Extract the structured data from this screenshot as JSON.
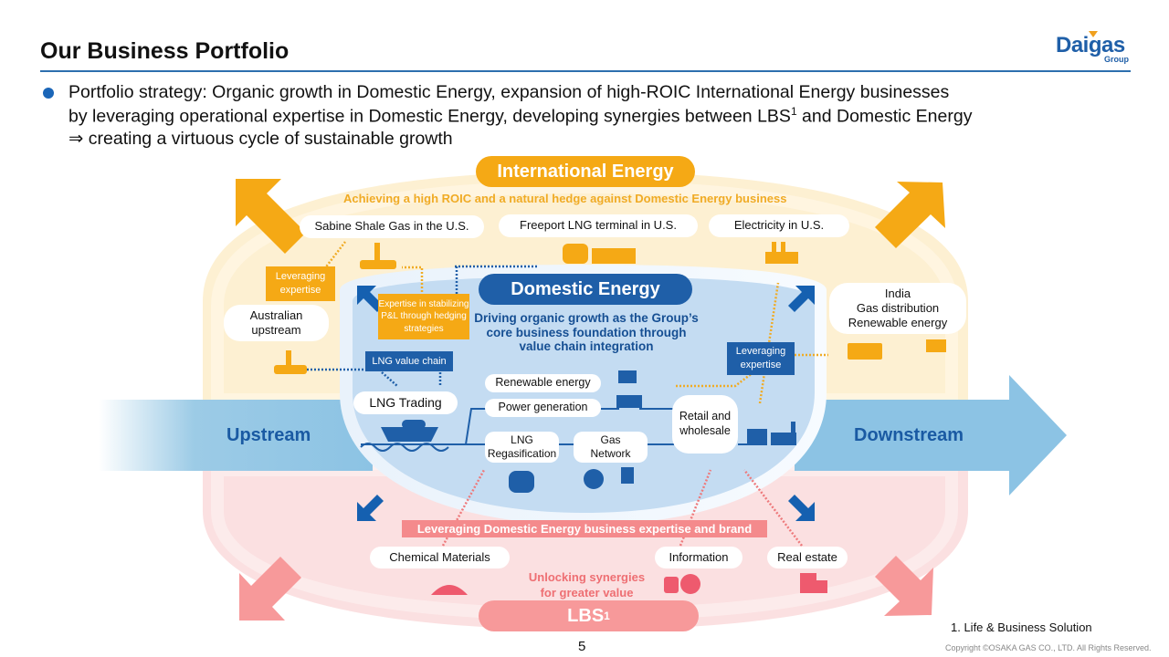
{
  "header": {
    "title": "Our Business Portfolio",
    "logo_text": "Daigas",
    "logo_sub": "Group"
  },
  "bullet": {
    "line1": "Portfolio strategy: Organic growth in Domestic Energy, expansion of high-ROIC International Energy businesses",
    "line2_a": "by leveraging operational  expertise in Domestic Energy, developing synergies between LBS",
    "line2_sup": "1",
    "line2_b": " and Domestic Energy",
    "line3": "⇒ creating a virtuous cycle of sustainable growth"
  },
  "international": {
    "title": "International Energy",
    "subtitle": "Achieving a high ROIC and a natural hedge against Domestic Energy business",
    "items": [
      "Sabine Shale Gas in the U.S.",
      "Freeport LNG terminal in U.S.",
      "Electricity in U.S."
    ],
    "australia": "Australian\nupstream",
    "india": "India\nGas distribution\nRenewable energy",
    "note_leveraging": "Leveraging\nexpertise",
    "note_hedging": "Expertise in stabilizing\nP&L through hedging\nstrategies"
  },
  "domestic": {
    "title": "Domestic Energy",
    "subtitle": "Driving organic growth as the Group’s\ncore business foundation through\nvalue chain integration",
    "lng_value_chain": "LNG value chain",
    "leveraging_expertise": "Leveraging\nexpertise",
    "lng_trading": "LNG Trading",
    "renewable": "Renewable energy",
    "power": "Power generation",
    "regas": "LNG\nRegasification",
    "gas_network": "Gas\nNetwork",
    "retail": "Retail and\nwholesale"
  },
  "flow": {
    "upstream": "Upstream",
    "downstream": "Downstream"
  },
  "lbs": {
    "bar": "Leveraging Domestic Energy business expertise and brand",
    "items": [
      "Chemical Materials",
      "Information",
      "Real estate"
    ],
    "subtitle": "Unlocking synergies\nfor greater value",
    "title": "LBS",
    "title_sup": "1"
  },
  "footer": {
    "page_number": "5",
    "footnote": "1. Life & Business Solution",
    "copyright": "Copyright ©OSAKA GAS CO., LTD. All Rights Reserved."
  },
  "colors": {
    "brand_blue": "#1f5fa8",
    "orange": "#f5a915",
    "pink": "#f48a8c",
    "light_blue": "#c4dcf2"
  }
}
